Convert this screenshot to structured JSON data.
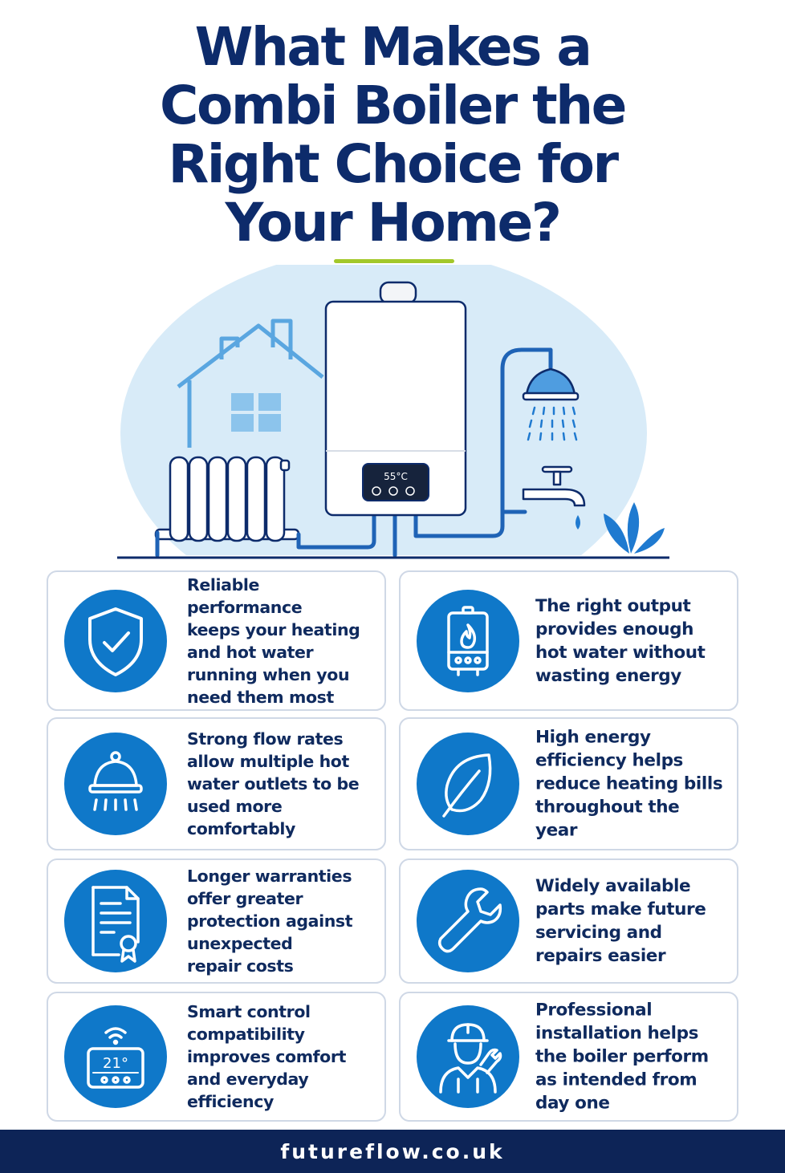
{
  "title": {
    "line1": "What Makes a",
    "line2": "Combi Boiler the",
    "line3": "Right Choice for",
    "line4": "Your Home?"
  },
  "illustration": {
    "boiler_display": "55°C",
    "colors": {
      "line_blue": "#0f78c9",
      "light_blue": "#cfe6f7",
      "accent_green": "#a3c82a"
    }
  },
  "cards": [
    {
      "icon": "shield-check-icon",
      "text": "Reliable performance\nkeeps your heating\nand hot water\nrunning when you\nneed them most"
    },
    {
      "icon": "boiler-flame-icon",
      "text": "The right output\nprovides enough\nhot water without\nwasting energy"
    },
    {
      "icon": "shower-head-icon",
      "text": "Strong flow rates\nallow multiple hot\nwater outlets to be\nused more\ncomfortably"
    },
    {
      "icon": "leaf-icon",
      "text": "High energy\nefficiency helps\nreduce heating bills\nthroughout the year"
    },
    {
      "icon": "warranty-certificate-icon",
      "text": "Longer warranties\noffer greater\nprotection against\nunexpected\nrepair costs"
    },
    {
      "icon": "wrench-icon",
      "text": "Widely available\nparts make future\nservicing and\nrepairs easier"
    },
    {
      "icon": "smart-thermostat-icon",
      "text": "Smart control\ncompatibility\nimproves comfort\nand everyday\nefficiency",
      "thermostat_reading": "21°"
    },
    {
      "icon": "engineer-icon",
      "text": "Professional\ninstallation helps\nthe boiler perform\nas intended from\nday one"
    }
  ],
  "footer": {
    "website": "futureflow.co.uk"
  },
  "colors": {
    "navy": "#0d2b6b",
    "icon_blue": "#0f78c9",
    "card_border": "#cfd8e6",
    "footer_bg": "#0d2457"
  }
}
